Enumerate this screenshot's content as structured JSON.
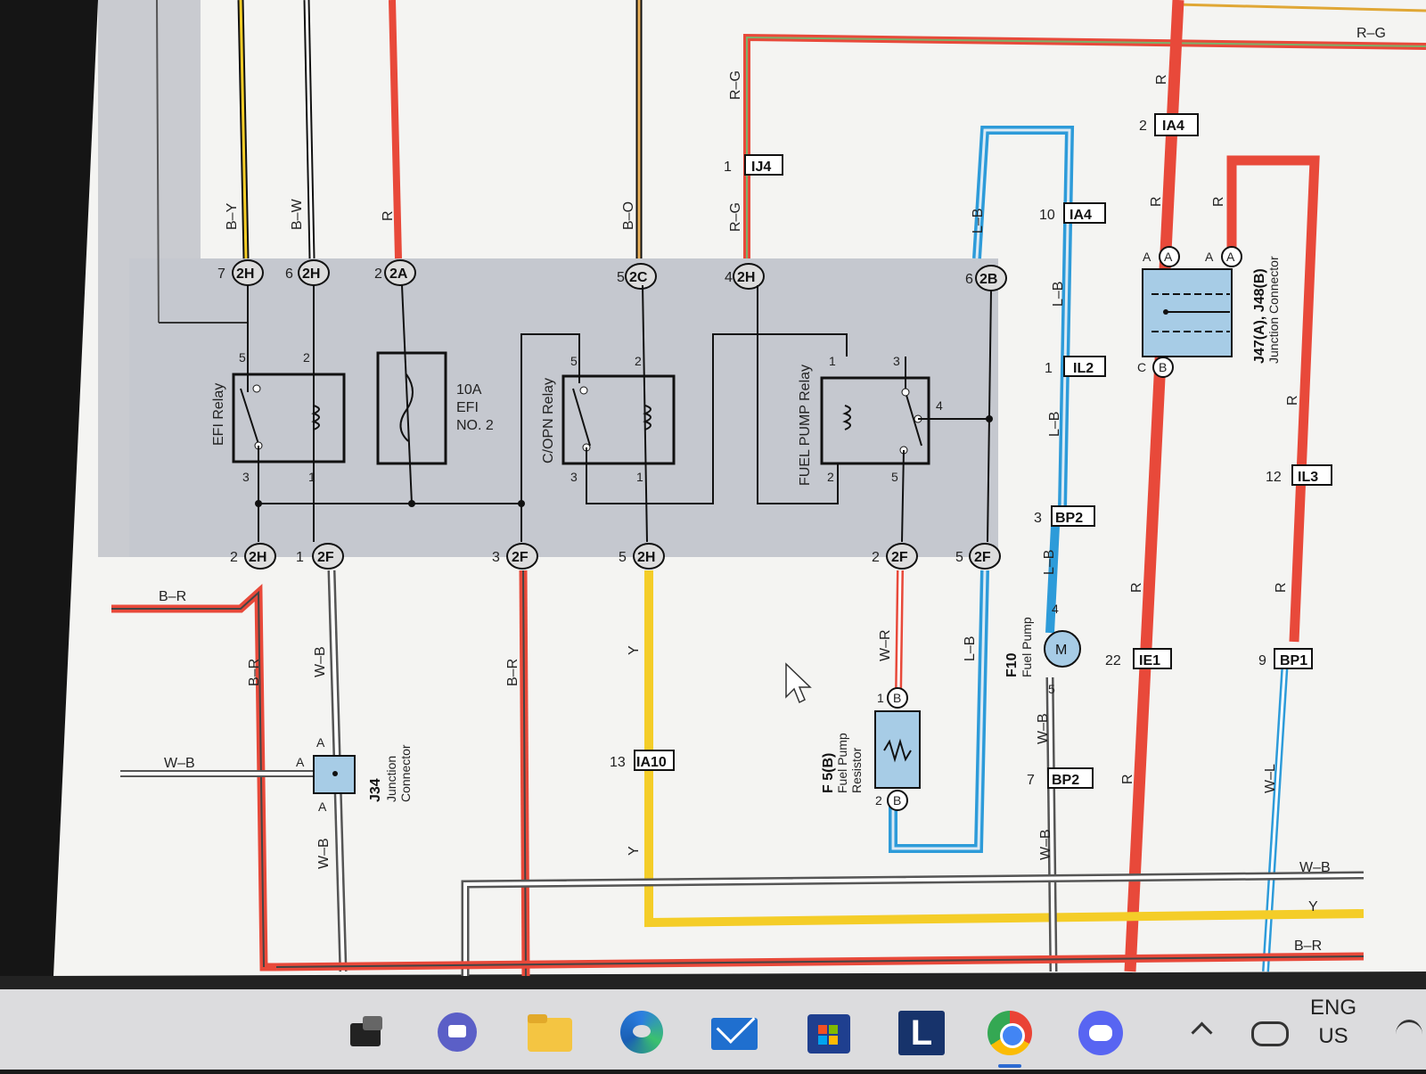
{
  "wires": {
    "b_y": "B–Y",
    "b_w": "B–W",
    "r": "R",
    "b_o": "B–O",
    "r_g": "R–G",
    "l_b": "L–B",
    "b_r": "B–R",
    "w_b": "W–B",
    "y": "Y",
    "w_r": "W–R",
    "w_l": "W–L"
  },
  "relays": {
    "efi": "EFI Relay",
    "copn": "C/OPN Relay",
    "fuel_pump": "FUEL PUMP Relay"
  },
  "fuse": {
    "amp": "10A",
    "name_line1": "EFI",
    "name_line2": "NO. 2"
  },
  "pins": {
    "p1": "1",
    "p2": "2",
    "p3": "3",
    "p4": "4",
    "p5": "5",
    "p6": "6",
    "p7": "7",
    "p9": "9",
    "p10": "10",
    "p12": "12",
    "p13": "13",
    "p22": "22"
  },
  "connectors": {
    "h2": "2H",
    "a2": "2A",
    "c2": "2C",
    "b2": "2B",
    "f2": "2F",
    "ij4": "IJ4",
    "ia4": "IA4",
    "il2": "IL2",
    "bp2": "BP2",
    "ia10": "IA10",
    "ie1": "IE1",
    "il3": "IL3",
    "bp1": "BP1",
    "A": "A",
    "B": "B",
    "C": "C"
  },
  "components": {
    "j34_id": "J34",
    "j34_l1": "Junction",
    "j34_l2": "Connector",
    "f5_id": "F 5(B)",
    "f5_l1": "Fuel Pump",
    "f5_l2": "Resistor",
    "f10_id": "F10",
    "f10_l1": "Fuel Pump",
    "motor": "M",
    "j47_id": "J47(A), J48(B)",
    "j47_l1": "Junction Connector"
  },
  "taskbar": {
    "items": [
      "widgets",
      "teams-chat",
      "file-explorer",
      "edge",
      "mail",
      "store",
      "L",
      "chrome",
      "discord"
    ],
    "letter_icon": "L",
    "lang_line1": "ENG",
    "lang_line2": "US"
  },
  "colors": {
    "red": "#e8493a",
    "yellow": "#f4cd28",
    "blue": "#2d9bd9",
    "relay_panel": "#c5c8cf",
    "paper": "#f4f4f2",
    "lightblue": "#a7cce6"
  }
}
